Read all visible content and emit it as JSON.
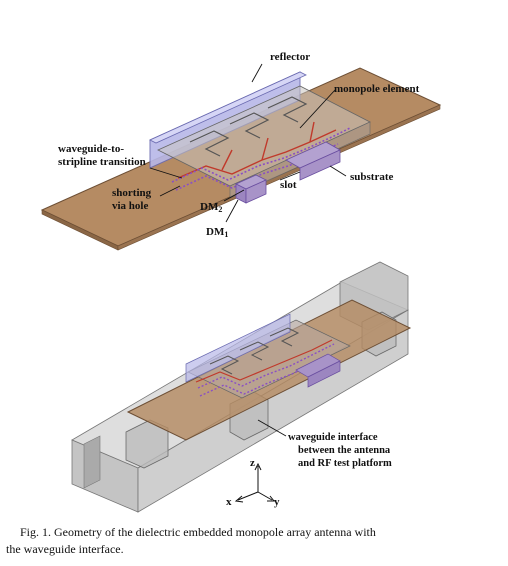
{
  "figure_top": {
    "labels": {
      "reflector": "reflector",
      "monopole_element": "monopole element",
      "transition_line1": "waveguide-to-",
      "transition_line2": "stripline transition",
      "shorting_line1": "shorting",
      "shorting_line2": "via hole",
      "slot": "slot",
      "substrate": "substrate",
      "dm2": "DM",
      "dm2_sub": "2",
      "dm1": "DM",
      "dm1_sub": "1"
    }
  },
  "figure_bottom": {
    "labels": {
      "interface_line1": "waveguide interface",
      "interface_line2": "between the antenna",
      "interface_line3": "and RF test platform"
    },
    "axes": {
      "z": "z",
      "x": "x",
      "y": "y"
    }
  },
  "caption": {
    "line1": "Fig. 1. Geometry of the dielectric embedded monopole array antenna with",
    "line2": "the waveguide interface."
  },
  "colors": {
    "substrate": "#b58b63",
    "reflector": "#b8b8e8",
    "housing": "#cfcfcf",
    "via": "#8a4fc4",
    "stripline": "#c0392b"
  }
}
